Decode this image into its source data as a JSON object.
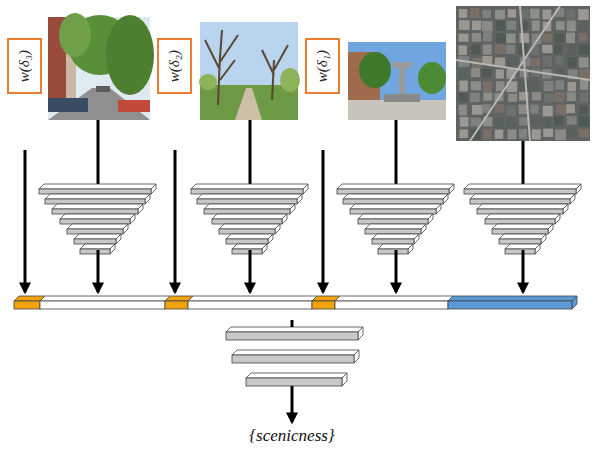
{
  "diagram": {
    "nodes": [
      {
        "text": [
          "w(δ₃)"
        ]
      },
      {
        "text": [
          "w(δ₂)"
        ]
      },
      {
        "text": [
          "w(δ₁)"
        ]
      }
    ],
    "labels": [
      "{scenicness}"
    ]
  }
}
